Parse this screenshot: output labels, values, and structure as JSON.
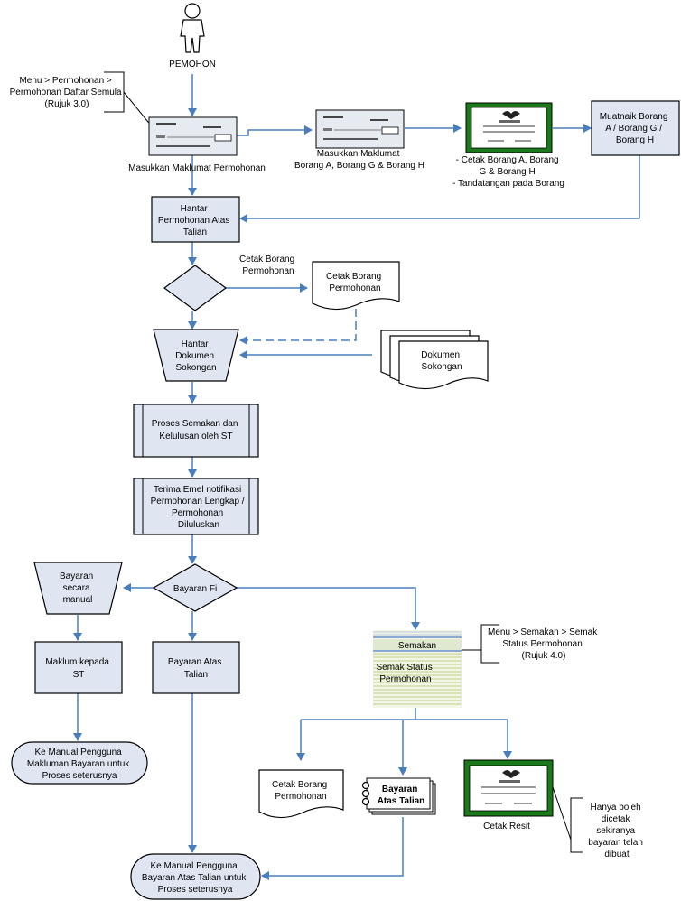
{
  "actor": "PEMOHON",
  "notes": {
    "menu_permohonan": [
      "Menu > Permohonan >",
      "Permohonan Daftar Semula",
      "(Rujuk 3.0)"
    ],
    "menu_semakan": [
      "Menu > Semakan > Semak",
      "Status Permohonan",
      "(Rujuk 4.0)"
    ],
    "hanya_boleh": [
      "Hanya boleh",
      "dicetak",
      "sekiranya",
      "bayaran telah",
      "dibuat"
    ]
  },
  "labels": {
    "masukkan_permohonan": "Masukkan Maklumat Permohonan",
    "masukkan_borang": [
      "Masukkan Maklumat",
      "Borang A, Borang G & Borang H"
    ],
    "cetak_borang_list": [
      "- Cetak Borang A, Borang",
      "G & Borang H",
      "- Tandatangan pada Borang"
    ],
    "cetak_borang_permohonan_edge": [
      "Cetak Borang",
      "Permohonan"
    ],
    "cetak_resit": "Cetak Resit"
  },
  "nodes": {
    "muatnaik": [
      "Muatnaik Borang",
      "A / Borang G /",
      "Borang H"
    ],
    "hantar_permohonan": [
      "Hantar",
      "Permohonan Atas",
      "Talian"
    ],
    "cetak_doc_1": [
      "Cetak Borang",
      "Permohonan"
    ],
    "hantar_dokumen": [
      "Hantar",
      "Dokumen",
      "Sokongan"
    ],
    "dokumen_sokongan": [
      "Dokumen",
      "Sokongan"
    ],
    "proses_semakan": [
      "Proses Semakan dan",
      "Kelulusan oleh ST"
    ],
    "terima_emel": [
      "Terima Emel notifikasi",
      "Permohonan Lengkap /",
      "Permohonan",
      "Diluluskan"
    ],
    "bayaran_fi": "Bayaran Fi",
    "bayaran_manual": [
      "Bayaran",
      "secara",
      "manual"
    ],
    "maklum_st": [
      "Maklum kepada",
      "ST"
    ],
    "bayaran_atas_talian": [
      "Bayaran Atas",
      "Talian"
    ],
    "ke_manual_1": [
      "Ke Manual Pengguna",
      "Makluman Bayaran untuk",
      "Proses seterusnya"
    ],
    "semakan_header": "Semakan",
    "semak_status": [
      "Semak Status",
      "Permohonan"
    ],
    "cetak_doc_2": [
      "Cetak Borang",
      "Permohonan"
    ],
    "bayaran_book": [
      "Bayaran",
      "Atas Talian"
    ],
    "ke_manual_2": [
      "Ke Manual Pengguna",
      "Bayaran Atas Talian untuk",
      "Proses seterusnya"
    ]
  },
  "colors": {
    "connector": "#4a7ebb",
    "box_fill": "#dfe6f2",
    "certificate_border": "#1a7a1a",
    "semakan_lines": "#c8d89c"
  }
}
